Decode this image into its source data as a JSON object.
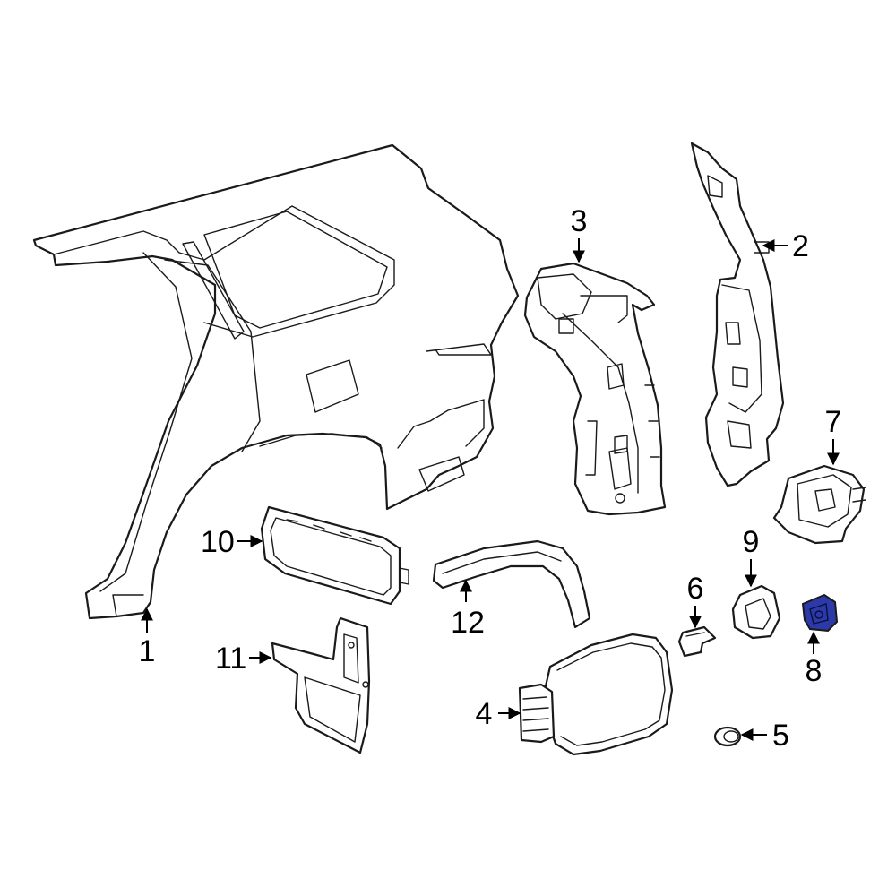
{
  "highlight_color": "#2b3aa8",
  "callouts": [
    {
      "id": "1",
      "label": "1"
    },
    {
      "id": "2",
      "label": "2"
    },
    {
      "id": "3",
      "label": "3"
    },
    {
      "id": "4",
      "label": "4"
    },
    {
      "id": "5",
      "label": "5"
    },
    {
      "id": "6",
      "label": "6"
    },
    {
      "id": "7",
      "label": "7"
    },
    {
      "id": "8",
      "label": "8"
    },
    {
      "id": "9",
      "label": "9"
    },
    {
      "id": "10",
      "label": "10"
    },
    {
      "id": "11",
      "label": "11"
    },
    {
      "id": "12",
      "label": "12"
    }
  ]
}
